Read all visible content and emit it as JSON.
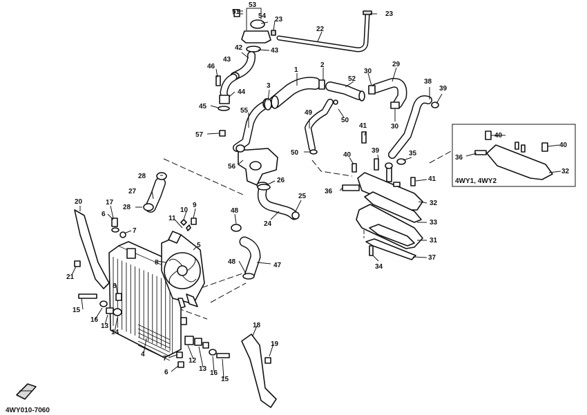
{
  "figure_code": "4WY010-7060",
  "inset_models": "4WY1, 4WY2",
  "callouts": [
    {
      "id": "c51",
      "text": "51"
    },
    {
      "id": "c53",
      "text": "53"
    },
    {
      "id": "c54",
      "text": "54"
    },
    {
      "id": "c23a",
      "text": "23"
    },
    {
      "id": "c23b",
      "text": "23"
    },
    {
      "id": "c22",
      "text": "22"
    },
    {
      "id": "c42",
      "text": "42"
    },
    {
      "id": "c43a",
      "text": "43"
    },
    {
      "id": "c43b",
      "text": "43"
    },
    {
      "id": "c46",
      "text": "46"
    },
    {
      "id": "c44",
      "text": "44"
    },
    {
      "id": "c45",
      "text": "45"
    },
    {
      "id": "c55",
      "text": "55"
    },
    {
      "id": "c57",
      "text": "57"
    },
    {
      "id": "c56",
      "text": "56"
    },
    {
      "id": "c1",
      "text": "1"
    },
    {
      "id": "c2",
      "text": "2"
    },
    {
      "id": "c3",
      "text": "3"
    },
    {
      "id": "c52",
      "text": "52"
    },
    {
      "id": "c30a",
      "text": "30"
    },
    {
      "id": "c30b",
      "text": "30"
    },
    {
      "id": "c29",
      "text": "29"
    },
    {
      "id": "c38",
      "text": "38"
    },
    {
      "id": "c39a",
      "text": "39"
    },
    {
      "id": "c49",
      "text": "49"
    },
    {
      "id": "c50a",
      "text": "50"
    },
    {
      "id": "c50b",
      "text": "50"
    },
    {
      "id": "c41a",
      "text": "41"
    },
    {
      "id": "c40a",
      "text": "40"
    },
    {
      "id": "c39b",
      "text": "39"
    },
    {
      "id": "c35",
      "text": "35"
    },
    {
      "id": "c36a",
      "text": "36"
    },
    {
      "id": "c41b",
      "text": "41"
    },
    {
      "id": "c32a",
      "text": "32"
    },
    {
      "id": "c33",
      "text": "33"
    },
    {
      "id": "c31",
      "text": "31"
    },
    {
      "id": "c37",
      "text": "37"
    },
    {
      "id": "c34",
      "text": "34"
    },
    {
      "id": "c40b",
      "text": "40"
    },
    {
      "id": "c40c",
      "text": "40"
    },
    {
      "id": "c36b",
      "text": "36"
    },
    {
      "id": "c32b",
      "text": "32"
    },
    {
      "id": "c26",
      "text": "26"
    },
    {
      "id": "c25",
      "text": "25"
    },
    {
      "id": "c24",
      "text": "24"
    },
    {
      "id": "c28a",
      "text": "28"
    },
    {
      "id": "c27",
      "text": "27"
    },
    {
      "id": "c28b",
      "text": "28"
    },
    {
      "id": "c48a",
      "text": "48"
    },
    {
      "id": "c48b",
      "text": "48"
    },
    {
      "id": "c47",
      "text": "47"
    },
    {
      "id": "c20",
      "text": "20"
    },
    {
      "id": "c17",
      "text": "17"
    },
    {
      "id": "c6a",
      "text": "6"
    },
    {
      "id": "c7a",
      "text": "7"
    },
    {
      "id": "c10",
      "text": "10"
    },
    {
      "id": "c9",
      "text": "9"
    },
    {
      "id": "c11",
      "text": "11"
    },
    {
      "id": "c5",
      "text": "5"
    },
    {
      "id": "c8a",
      "text": "8"
    },
    {
      "id": "c8b",
      "text": "8"
    },
    {
      "id": "c21",
      "text": "21"
    },
    {
      "id": "c15a",
      "text": "15"
    },
    {
      "id": "c16a",
      "text": "16"
    },
    {
      "id": "c13a",
      "text": "13"
    },
    {
      "id": "c14",
      "text": "14"
    },
    {
      "id": "c4",
      "text": "4"
    },
    {
      "id": "c7b",
      "text": "7"
    },
    {
      "id": "c6b",
      "text": "6"
    },
    {
      "id": "c12",
      "text": "12"
    },
    {
      "id": "c13b",
      "text": "13"
    },
    {
      "id": "c16b",
      "text": "16"
    },
    {
      "id": "c15b",
      "text": "15"
    },
    {
      "id": "c18",
      "text": "18"
    },
    {
      "id": "c19",
      "text": "19"
    }
  ]
}
